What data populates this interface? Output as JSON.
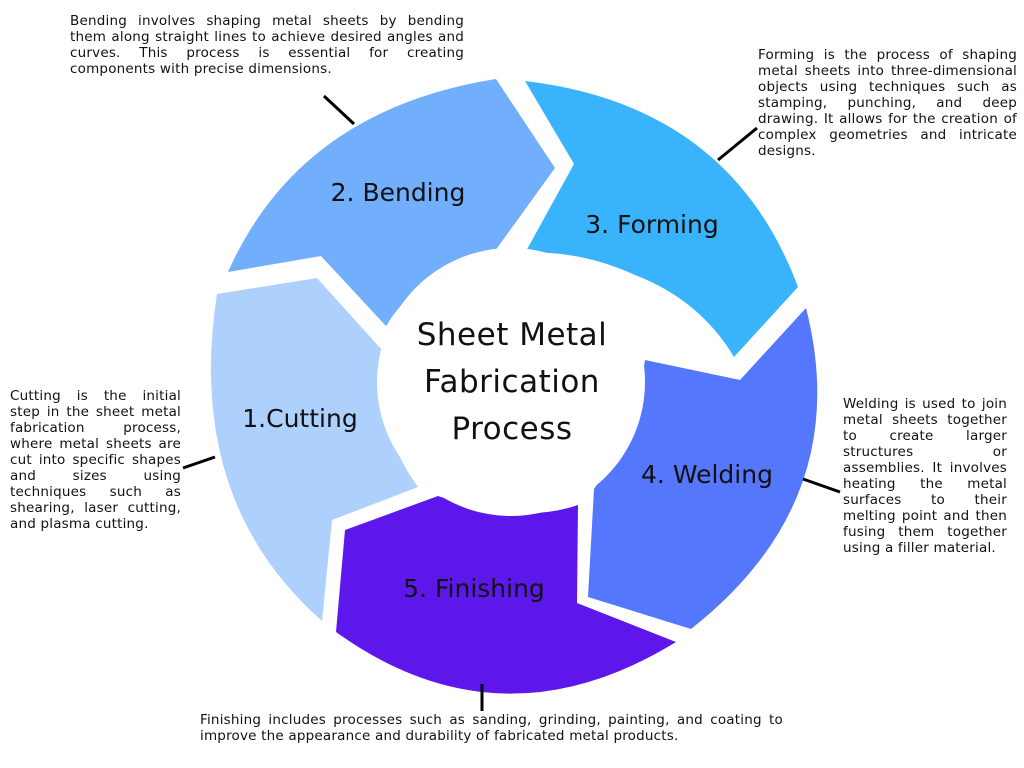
{
  "center_title": [
    "Sheet Metal",
    "Fabrication",
    "Process"
  ],
  "colors": {
    "cutting": "#aed0fd",
    "bending": "#71aefc",
    "forming": "#3ab3fd",
    "welding": "#5577fc",
    "finishing": "#5d17eb",
    "connector": "#000000"
  },
  "steps": [
    {
      "id": "cutting",
      "label": "1.Cutting",
      "description": "Cutting is the initial step in the sheet metal fabrication process, where metal sheets are cut into specific shapes and sizes using techniques such as shearing, laser cutting, and plasma cutting."
    },
    {
      "id": "bending",
      "label": "2. Bending",
      "description": "Bending involves shaping metal sheets by bending them along straight lines to achieve desired angles and curves. This process is essential for creating components with precise dimensions."
    },
    {
      "id": "forming",
      "label": "3. Forming",
      "description": "Forming is the process of shaping metal sheets into three-dimensional objects using techniques such as stamping, punching, and deep drawing. It allows for the creation of complex geometries and intricate designs."
    },
    {
      "id": "welding",
      "label": "4. Welding",
      "description": "Welding is used to join metal sheets together to create larger structures or assemblies. It involves heating the metal surfaces to their melting point and then fusing them together using a filler material."
    },
    {
      "id": "finishing",
      "label": "5. Finishing",
      "description": "Finishing includes processes such as sanding, grinding, painting, and coating to improve the appearance and durability of fabricated metal products."
    }
  ]
}
